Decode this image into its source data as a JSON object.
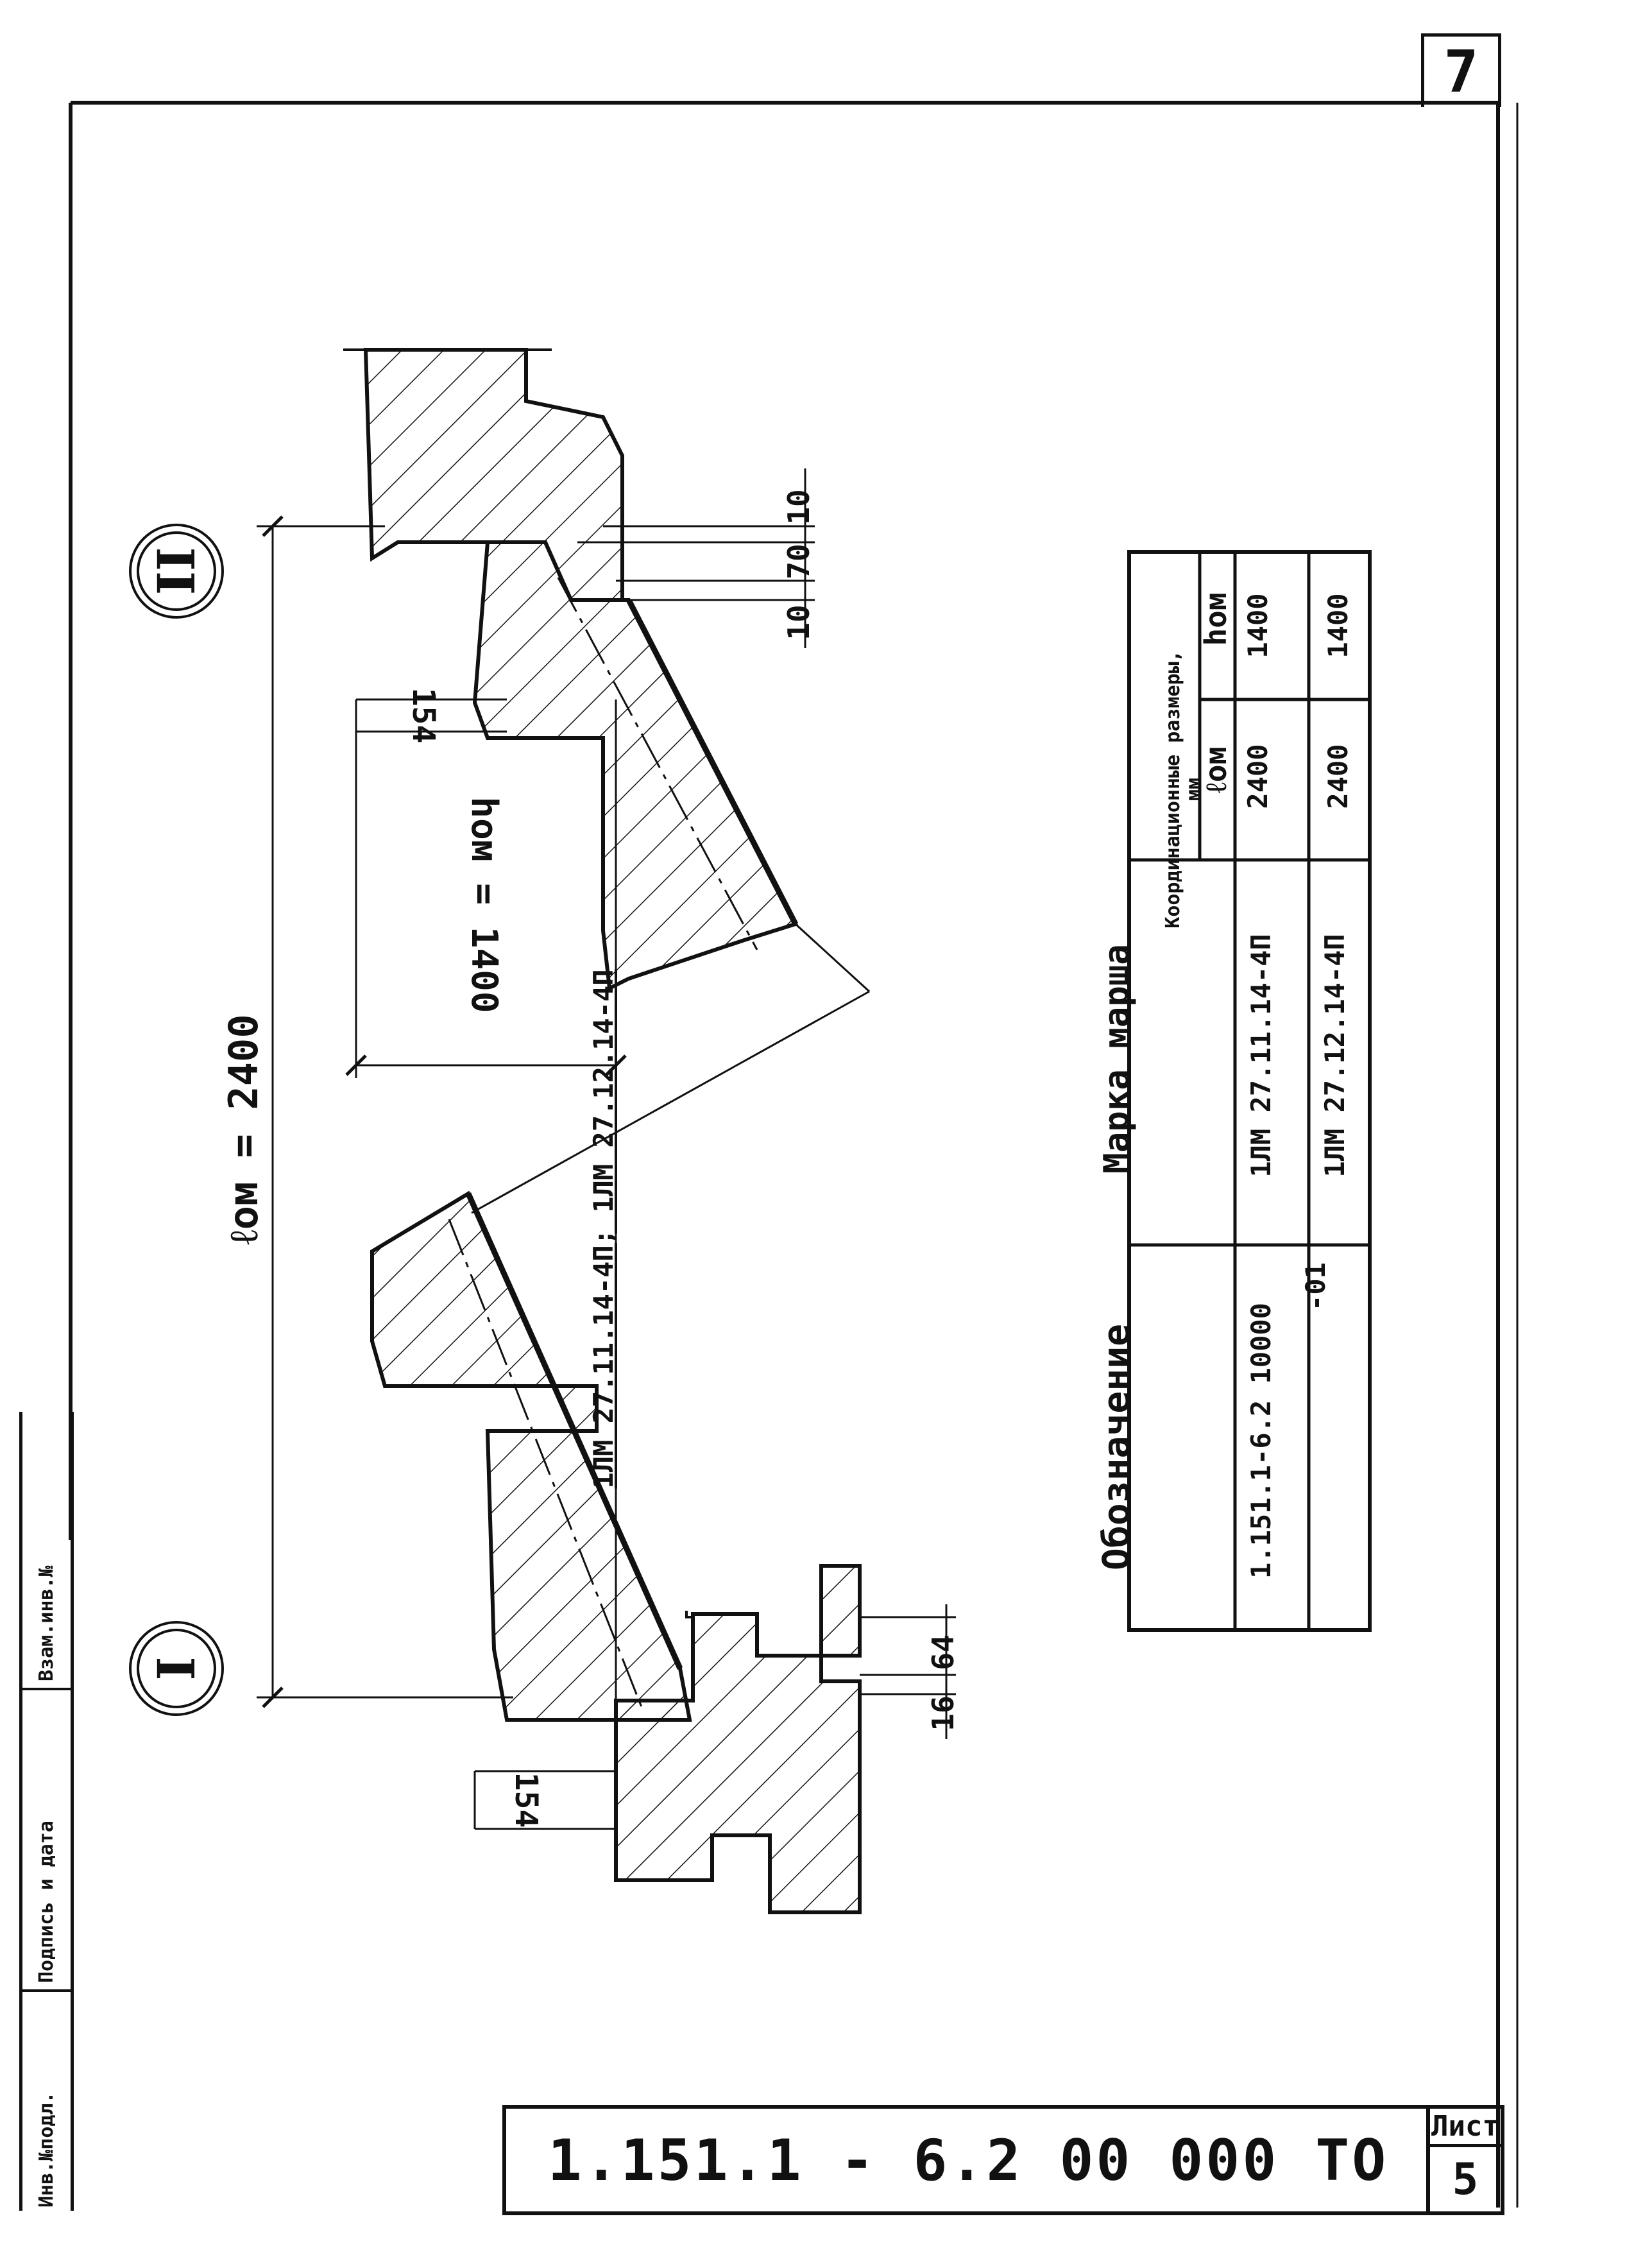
{
  "page_number": "7",
  "title_block": {
    "document_code": "1.151.1 - 6.2  00 000 ТО",
    "sheet_label": "Лист",
    "sheet_number": "5"
  },
  "side_stamp": {
    "cell_1": "Инв.№подл.",
    "cell_2": "Подпись и дата",
    "cell_3": "Взам.инв.№"
  },
  "markers": {
    "marker_1": "I",
    "marker_2": "II"
  },
  "dimensions": {
    "l_om": "ℓом = 2400",
    "h_om": "hом = 1400",
    "d154_a": "154",
    "d154_b": "154",
    "d16": "16",
    "d64": "64",
    "d10_a": "10",
    "d70": "70",
    "d10_b": "10"
  },
  "leader_label": "1ЛМ 27.11.14-4П; 1ЛМ 27.12.14-4П",
  "table": {
    "col_designation": "Обозначение",
    "col_mark": "Марка марша",
    "col_coord": "Координационные размеры, мм",
    "col_l": "ℓом",
    "col_h": "hом",
    "rows": [
      {
        "designation": "1.151.1-6.2 10000",
        "mark": "1ЛМ  27.11.14-4П",
        "l": "2400",
        "h": "1400"
      },
      {
        "designation": "-01",
        "mark": "1ЛМ  27.12.14-4П",
        "l": "2400",
        "h": "1400"
      }
    ]
  }
}
